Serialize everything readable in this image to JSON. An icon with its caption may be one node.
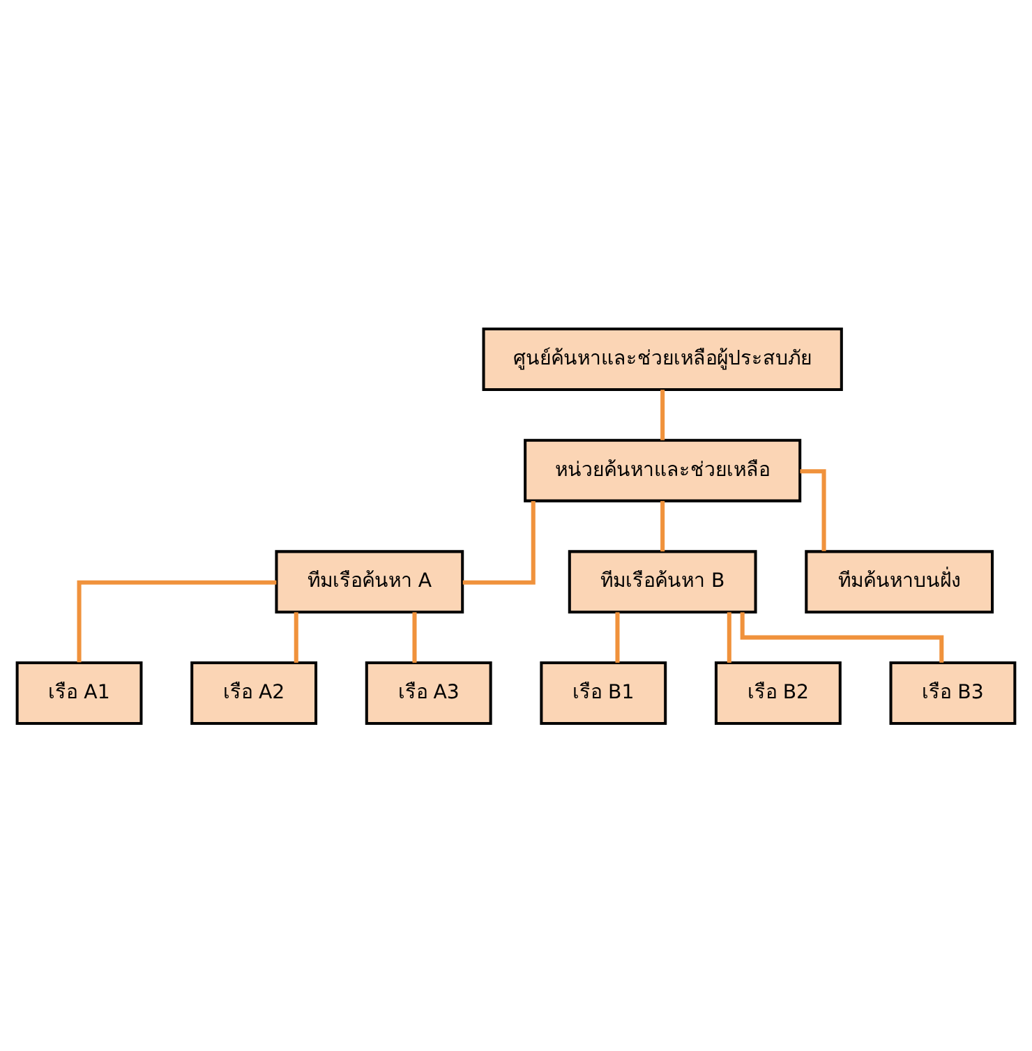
{
  "diagram": {
    "nodes": [
      {
        "text": [
          "ศูนย์ค้นหาและช่วยเหลือผู้ประสบภัย"
        ]
      },
      {
        "text": [
          "หน่วยค้นหาและช่วยเหลือ"
        ]
      },
      {
        "text": [
          "ทีมเรือค้นหา A"
        ]
      },
      {
        "text": [
          "ทีมเรือค้นหา B"
        ]
      },
      {
        "text": [
          "ทีมค้นหาบนฝั่ง"
        ]
      },
      {
        "text": [
          "เรือ A1"
        ]
      },
      {
        "text": [
          "เรือ A2"
        ]
      },
      {
        "text": [
          "เรือ A3"
        ]
      },
      {
        "text": [
          "เรือ B1"
        ]
      },
      {
        "text": [
          "เรือ B2"
        ]
      },
      {
        "text": [
          "เรือ B3"
        ]
      }
    ],
    "edges": [
      {
        "from": 0,
        "to": 1,
        "arrow": "none"
      },
      {
        "from": 1,
        "to": 2,
        "arrow": "none"
      },
      {
        "from": 1,
        "to": 3,
        "arrow": "none"
      },
      {
        "from": 1,
        "to": 4,
        "arrow": "none"
      },
      {
        "from": 2,
        "to": 5,
        "arrow": "none"
      },
      {
        "from": 2,
        "to": 6,
        "arrow": "none"
      },
      {
        "from": 2,
        "to": 7,
        "arrow": "none"
      },
      {
        "from": 3,
        "to": 8,
        "arrow": "none"
      },
      {
        "from": 3,
        "to": 9,
        "arrow": "none"
      },
      {
        "from": 3,
        "to": 10,
        "arrow": "none"
      }
    ]
  }
}
